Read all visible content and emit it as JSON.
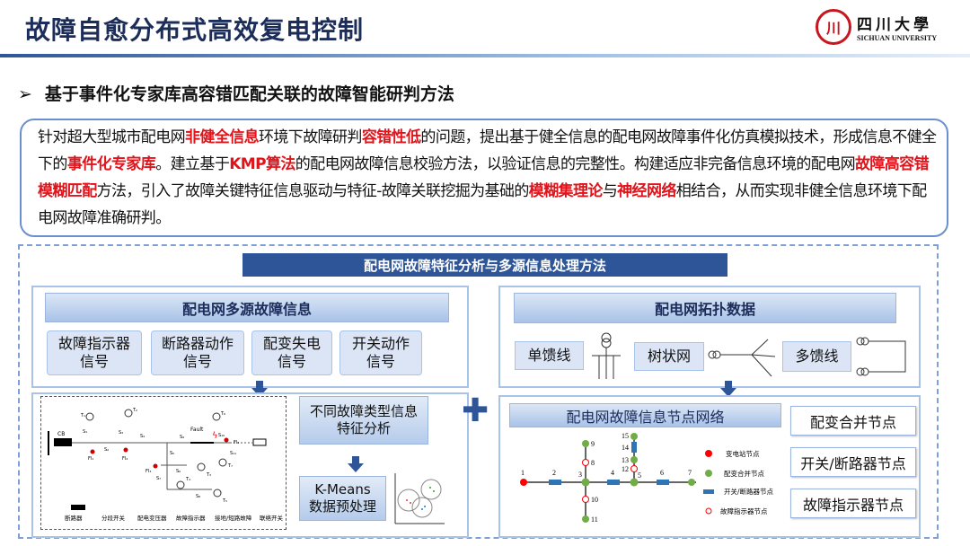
{
  "header": {
    "title": "故障自愈分布式高效复电控制",
    "logo_cn": "四川大學",
    "logo_en": "SICHUAN UNIVERSITY"
  },
  "subtitle": {
    "marker": "➢",
    "text": "基于事件化专家库高容错匹配关联的故障智能研判方法"
  },
  "paragraph": [
    {
      "t": "针对超大型城市配电网"
    },
    {
      "t": "非健全信息",
      "h": true
    },
    {
      "t": "环境下故障研判"
    },
    {
      "t": "容错性低",
      "h": true
    },
    {
      "t": "的问题，提出基于健全信息的配电网故障事件化仿真模拟技术，形成信息不健全下的"
    },
    {
      "t": "事件化专家库",
      "h": true
    },
    {
      "t": "。建立基于"
    },
    {
      "t": "KMP算法",
      "h": true
    },
    {
      "t": "的配电网故障信息校验方法，以验证信息的完整性。构建适应非完备信息环境的配电网"
    },
    {
      "t": "故障高容错模糊匹配",
      "h": true
    },
    {
      "t": "方法，引入了故障关键特征信息驱动与特征-故障关联挖掘为基础的"
    },
    {
      "t": "模糊集理论",
      "h": true
    },
    {
      "t": "与"
    },
    {
      "t": "神经网络",
      "h": true
    },
    {
      "t": "相结合，从而实现非健全信息环境下配电网故障准确研判。"
    }
  ],
  "main_bar": "配电网故障特征分析与多源信息处理方法",
  "left": {
    "header": "配电网多源故障信息",
    "chips": [
      "故障指示器\n信号",
      "断路器动作\n信号",
      "配变失电\n信号",
      "开关动作\n信号"
    ],
    "analysis": "不同故障类型信息\n特征分析",
    "kmeans": "K-Means\n数据预处理",
    "diagram": {
      "cb": "CB",
      "fault": "Fault",
      "labels": [
        "T₁",
        "T₂",
        "T₃",
        "T₄",
        "T₅",
        "T₆",
        "T₇",
        "S₁",
        "S₂",
        "S₃",
        "S₄",
        "S₅",
        "S₆",
        "S₇",
        "S₈",
        "S₉",
        "S₁₀",
        "S₁₁",
        "FI₁",
        "FI₂",
        "FI₃",
        "FI₄"
      ],
      "legend": [
        "断路器",
        "分段开关",
        "配电变压器",
        "故障指示器",
        "接地/短路故障",
        "联络开关"
      ]
    }
  },
  "right": {
    "header": "配电网拓扑数据",
    "topologies": [
      "单馈线",
      "树状网",
      "多馈线"
    ],
    "network_title": "配电网故障信息节点网络",
    "node_labels": [
      "1",
      "2",
      "3",
      "4",
      "5",
      "6",
      "7",
      "8",
      "9",
      "10",
      "11",
      "12",
      "13",
      "14",
      "15"
    ],
    "legend": [
      "变电站节点",
      "配变合并节点",
      "开关/断路器节点",
      "故障指示器节点"
    ],
    "node_types": [
      "配变合并节点",
      "开关/断路器节点",
      "故障指示器节点"
    ],
    "colors": {
      "substation": "#ff0000",
      "merge": "#70ad47",
      "switch": "#2e75b6",
      "indicator": "#ff0000"
    }
  }
}
